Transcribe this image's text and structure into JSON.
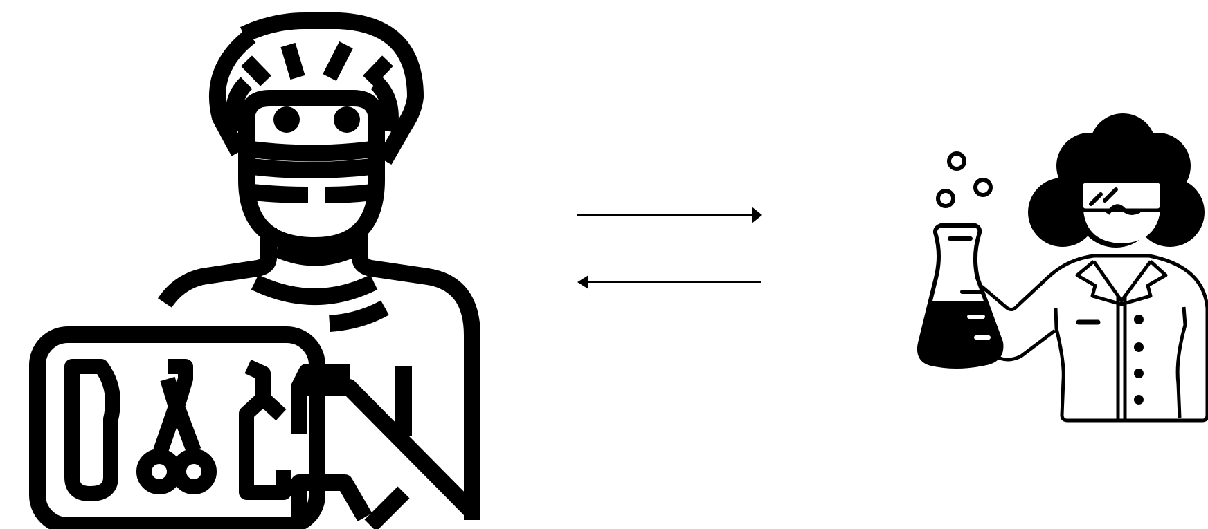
{
  "diagram": {
    "left_figure": {
      "icon": "surgeon-icon"
    },
    "right_figure": {
      "icon": "scientist-icon"
    },
    "arrows": [
      {
        "name": "arrow-to-scientist",
        "direction": "right"
      },
      {
        "name": "arrow-to-surgeon",
        "direction": "left"
      }
    ],
    "colors": {
      "stroke": "#000000",
      "background": "#ffffff"
    }
  }
}
